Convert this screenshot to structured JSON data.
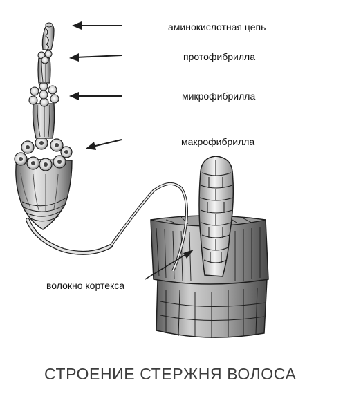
{
  "diagram": {
    "title": "СТРОЕНИЕ СТЕРЖНЯ ВОЛОСА",
    "labels": {
      "amino_chain": "аминокислотная цепь",
      "protofibril": "протофибрилла",
      "microfibril": "микрофибрилла",
      "macrofibril": "макрофибрилла",
      "cortex_fiber": "волокно кортекса"
    }
  },
  "colors": {
    "ink": "#1e1e1e",
    "shade": "#8a8a8a",
    "light": "#e8e8e8",
    "title": "#3d3d3d"
  }
}
